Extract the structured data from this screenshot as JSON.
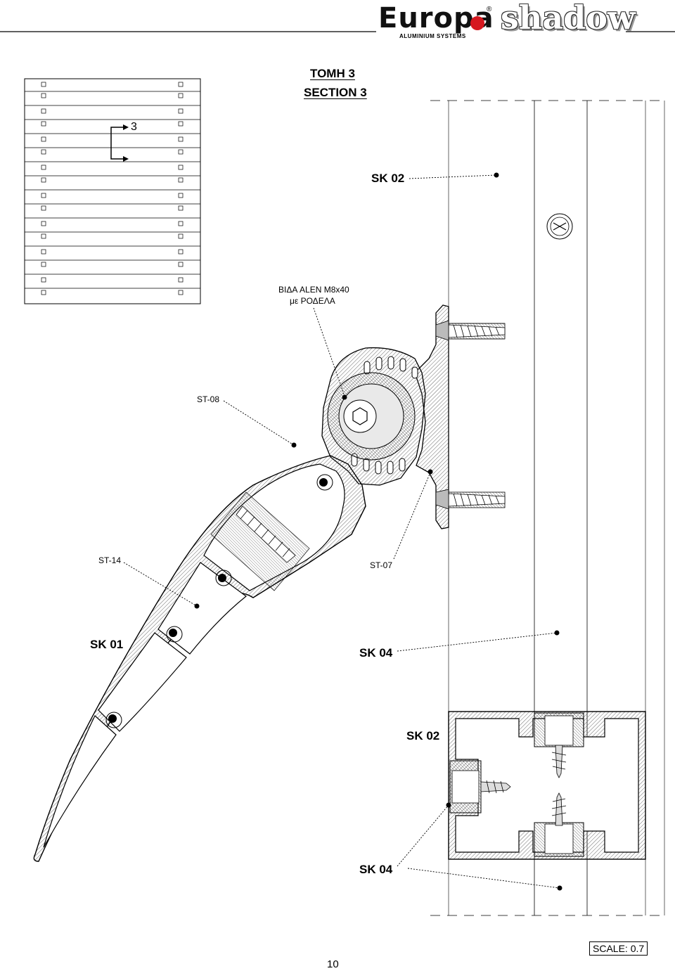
{
  "header": {
    "brand": "Europa",
    "brand_subtitle": "ALUMINIUM SYSTEMS",
    "registered_mark": "®",
    "product": "shadow"
  },
  "titles": {
    "greek": "ΤΟΜΗ 3",
    "english": "SECTION 3"
  },
  "key_plan": {
    "section_marker": "3"
  },
  "callouts": {
    "sk02_top": "SK 02",
    "screw_line1": "ΒΙΔΑ ALEN M8x40",
    "screw_line2": "με ΡΟΔΕΛΑ",
    "st08": "ST-08",
    "st14": "ST-14",
    "st07": "ST-07",
    "sk01": "SK 01",
    "sk04_mid": "SK 04",
    "sk02_bottom": "SK 02",
    "sk04_bottom": "SK 04"
  },
  "footer": {
    "scale": "SCALE: 0.7",
    "page_number": "10"
  },
  "colors": {
    "line": "#000000",
    "hatch": "#6b6b6b",
    "logo_red": "#d6181f"
  }
}
